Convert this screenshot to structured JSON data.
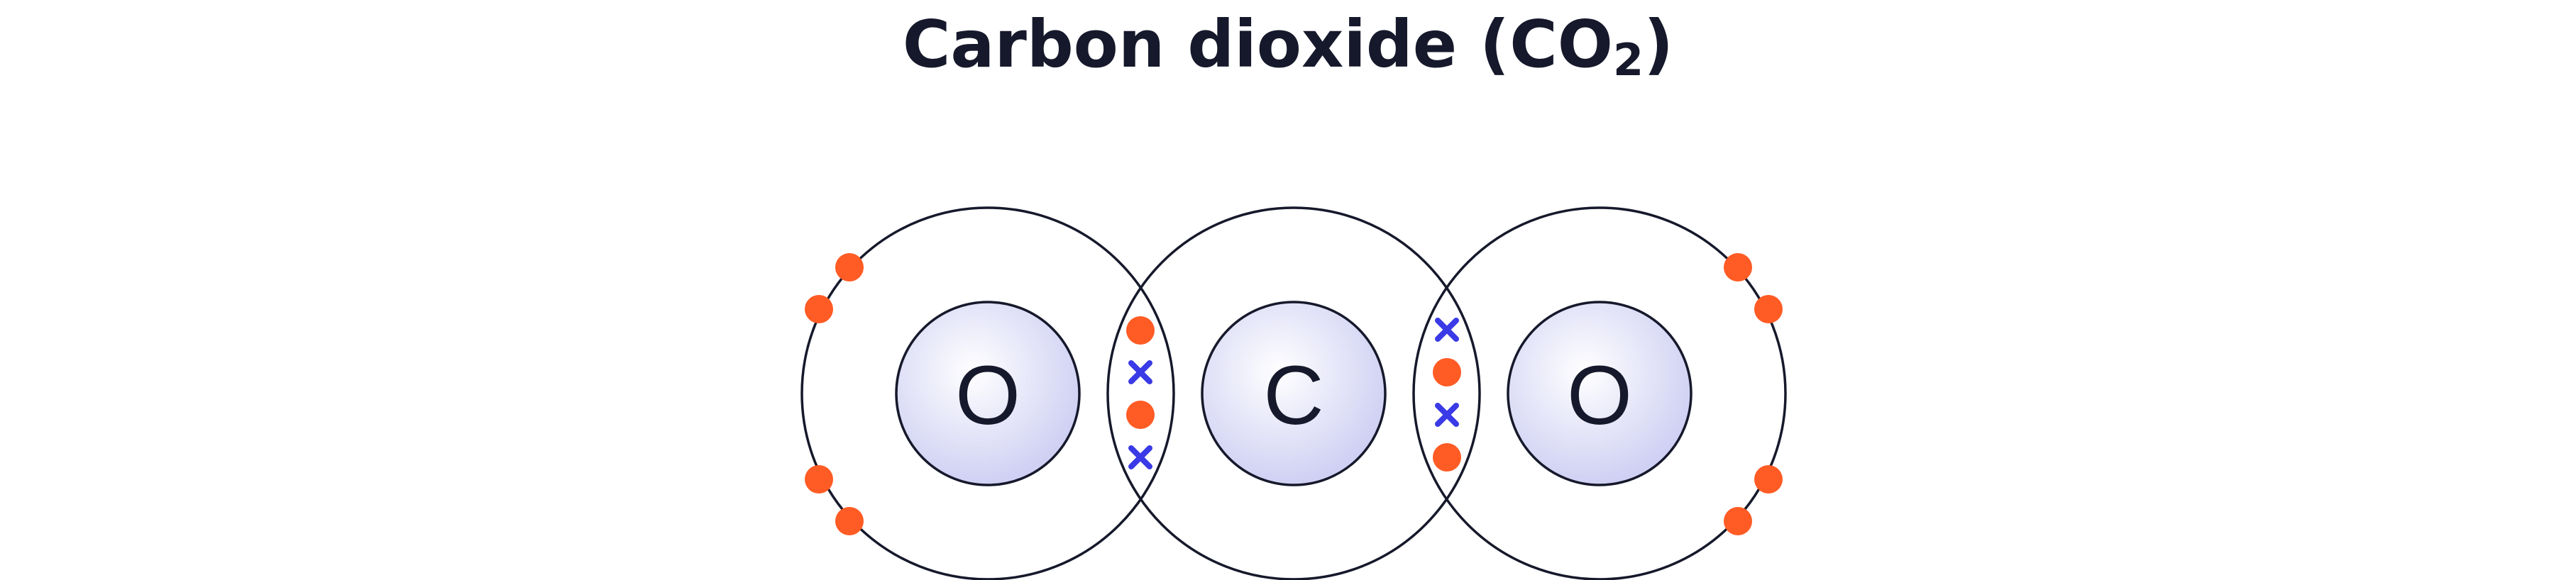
{
  "title": {
    "main": "Carbon dioxide (CO",
    "subscript": "2",
    "close": ")"
  },
  "atoms": [
    {
      "symbol": "O"
    },
    {
      "symbol": "C"
    },
    {
      "symbol": "O"
    }
  ],
  "colors": {
    "title": "#16192b",
    "shell_stroke": "#16192b",
    "nucleus_fill_center": "#ffffff",
    "nucleus_fill_edge": "#cfd0f3",
    "oxygen_electron": "#ff5b24",
    "carbon_electron": "#3a3ae6"
  },
  "legend_icons": {
    "oxygen_electron": "dot",
    "carbon_electron": "cross"
  }
}
